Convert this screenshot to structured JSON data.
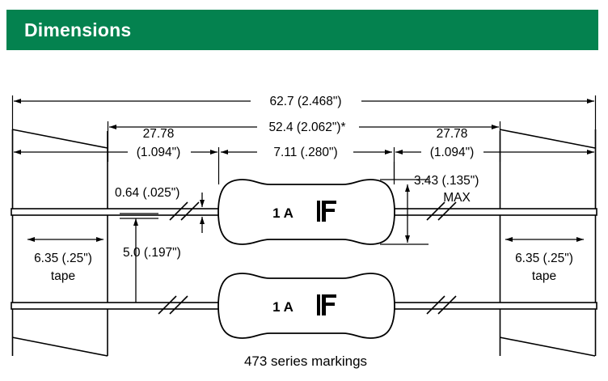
{
  "header": {
    "title": "Dimensions",
    "bg_color": "#04824f",
    "text_color": "#ffffff"
  },
  "drawing": {
    "caption": "473 series markings",
    "body_marking": {
      "rating": "1 A",
      "logo": "LF"
    },
    "dimensions": {
      "overall_length": "62.7 (2.468\")",
      "lead_span": "52.4 (2.062\")*",
      "body_length": "7.11 (.280\")",
      "lead_left_mm": "27.78",
      "lead_left_in": "(1.094\")",
      "lead_right_mm": "27.78",
      "lead_right_in": "(1.094\")",
      "lead_diameter": "0.64 (.025\")",
      "body_diameter": "3.43 (.135\")",
      "body_diameter_note": "MAX",
      "lead_pitch": "5.0 (.197\")",
      "tape_left": "6.35 (.25\")",
      "tape_left_note": "tape",
      "tape_right": "6.35 (.25\")",
      "tape_right_note": "tape"
    }
  }
}
